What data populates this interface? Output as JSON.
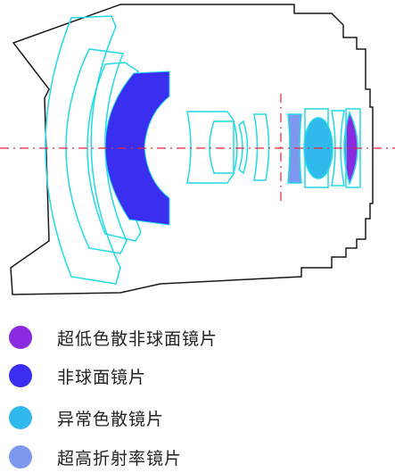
{
  "colors": {
    "outline": "#1a1a1a",
    "lens_outline": "#22d9e6",
    "axis": "#e8243c",
    "ultra_low_dispersion_aspherical": "#8a2be2",
    "aspherical": "#3a2ef0",
    "anomalous_dispersion": "#31b9ee",
    "high_refraction": "#7d98ee"
  },
  "legend": [
    {
      "key": "ultra-low-dispersion-aspherical",
      "label": "超低色散非球面镜片",
      "color": "#8a2be2"
    },
    {
      "key": "aspherical",
      "label": "非球面镜片",
      "color": "#3a2ef0"
    },
    {
      "key": "anomalous-dispersion",
      "label": "异常色散镜片",
      "color": "#31b9ee"
    },
    {
      "key": "high-refraction",
      "label": "超高折射率镜片",
      "color": "#7d98ee"
    }
  ]
}
